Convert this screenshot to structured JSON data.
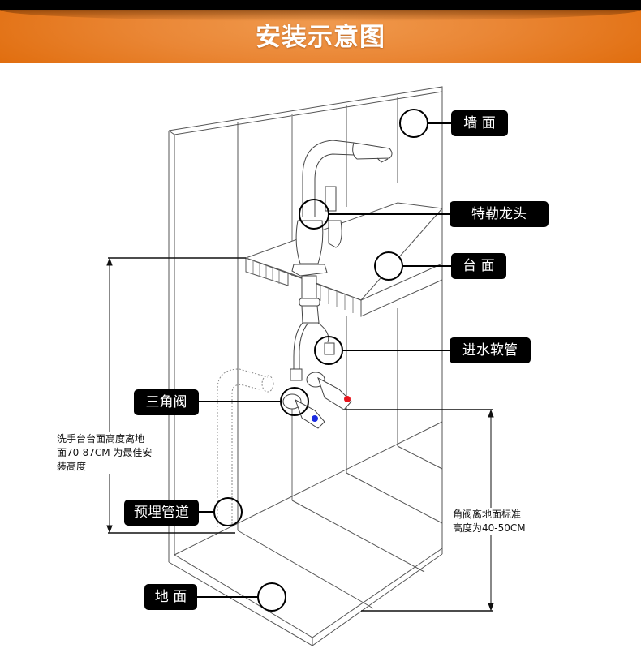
{
  "header": {
    "title": "安装示意图",
    "colors": {
      "top_bar": "#000000",
      "banner": "#E97A20",
      "text": "#FFFFFF"
    }
  },
  "callouts": {
    "wall": "墙 面",
    "faucet": "特勒龙头",
    "countertop": "台 面",
    "inlet_hose": "进水软管",
    "angle_valve": "三角阀",
    "embedded_pipe": "预埋管道",
    "floor": "地 面"
  },
  "dimensions": {
    "countertop_height_note": "洗手台台面高度离地\n面70-87CM 为最佳安\n装高度",
    "angle_valve_height_note": "角阀离地面标准\n高度为40-50CM"
  },
  "valve_colors": {
    "hot": "#E8141C",
    "cold": "#1A2BE0"
  }
}
